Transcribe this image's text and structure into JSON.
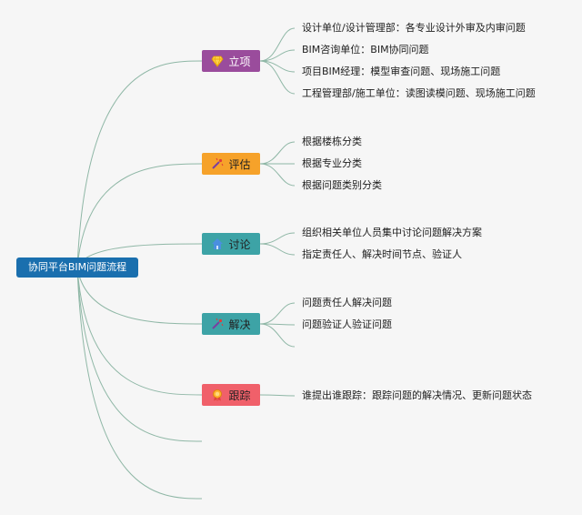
{
  "root": {
    "label": "协同平台BIM问题流程"
  },
  "colors": {
    "root": "#1a6fae",
    "line": "#8fb7a6",
    "branch_lixiang": "#9a4c9c",
    "branch_pinggu": "#f6a22a",
    "branch_taolun": "#3da3a6",
    "branch_jiejue": "#3da3a6",
    "branch_genzong": "#f0606a"
  },
  "branches": [
    {
      "label": "立项",
      "icon": "diamond-icon",
      "leaves": [
        "设计单位/设计管理部：各专业设计外审及内审问题",
        "BIM咨询单位：BIM协同问题",
        "项目BIM经理：模型审查问题、现场施工问题",
        "工程管理部/施工单位：读图读模问题、现场施工问题"
      ]
    },
    {
      "label": "评估",
      "icon": "magic-wand-icon",
      "leaves": [
        "根据楼栋分类",
        "根据专业分类",
        "根据问题类别分类"
      ]
    },
    {
      "label": "讨论",
      "icon": "home-icon",
      "leaves": [
        "组织相关单位人员集中讨论问题解决方案",
        "指定责任人、解决时间节点、验证人"
      ]
    },
    {
      "label": "解决",
      "icon": "magic-wand-icon",
      "leaves": [
        "问题责任人解决问题",
        "问题验证人验证问题"
      ]
    },
    {
      "label": "跟踪",
      "icon": "award-medal-icon",
      "leaves": [
        "谁提出谁跟踪：跟踪问题的解决情况、更新问题状态"
      ]
    }
  ]
}
